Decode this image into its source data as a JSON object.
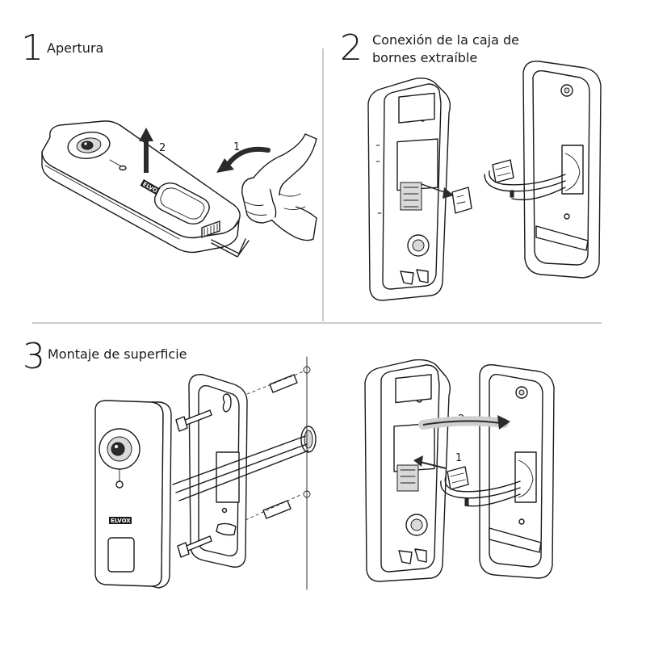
{
  "steps": [
    {
      "number": "1",
      "title": "Apertura"
    },
    {
      "number": "2",
      "title": "Conexión de la caja de\nbornes extraíble"
    },
    {
      "number": "3",
      "title": "Montaje de superficie"
    }
  ],
  "step1_arrows": {
    "rotate_label": "1",
    "lift_label": "2"
  },
  "step3_arrows": {
    "insert_label": "1",
    "close_label": "2"
  },
  "brand_mark": "ELVOX",
  "colors": {
    "line": "#1a1a1a",
    "background": "#ffffff",
    "fill_dark": "#2b2b2b",
    "fill_gray": "#d9d9d9"
  }
}
